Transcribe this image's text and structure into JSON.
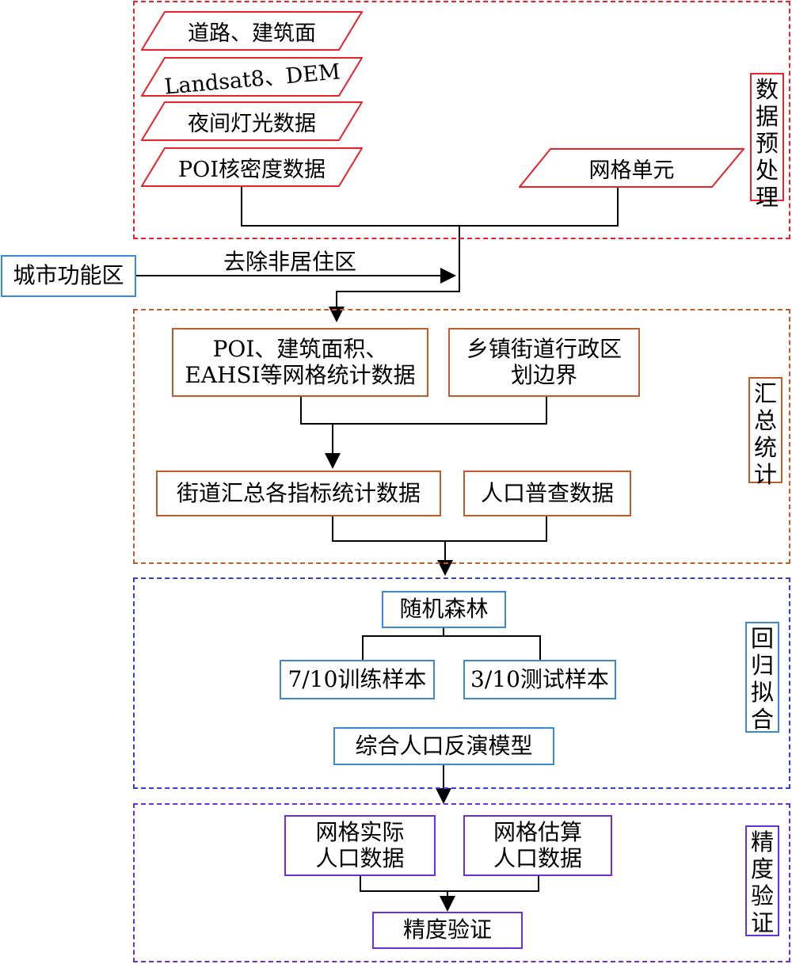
{
  "colors": {
    "red": "#e8212b",
    "brown": "#c05b2a",
    "blue": "#2f3ee0",
    "lightblue": "#3b87d8",
    "purple": "#6a2fd8",
    "black": "#000000"
  },
  "section1": {
    "tag": "数据\n预处\n理",
    "items": [
      "道路、建筑面",
      "Landsat8、DEM",
      "夜间灯光数据",
      "POI核密度数据"
    ],
    "grid": "网格单元"
  },
  "urban": {
    "box": "城市功能区",
    "label": "去除非居住区"
  },
  "section2": {
    "tag": "汇总\n统计",
    "poi_stats": "POI、建筑面积、\nEAHSI等网格统计数据",
    "boundary": "乡镇街道行政区\n划边界",
    "street": "街道汇总各指标统计数据",
    "census": "人口普查数据"
  },
  "section3": {
    "tag": "回归\n拟合",
    "rf": "随机森林",
    "train": "7/10训练样本",
    "test": "3/10测试样本",
    "model": "综合人口反演模型"
  },
  "section4": {
    "tag": "精度\n验证",
    "actual": "网格实际\n人口数据",
    "estimated": "网格估算\n人口数据",
    "validation": "精度验证"
  }
}
